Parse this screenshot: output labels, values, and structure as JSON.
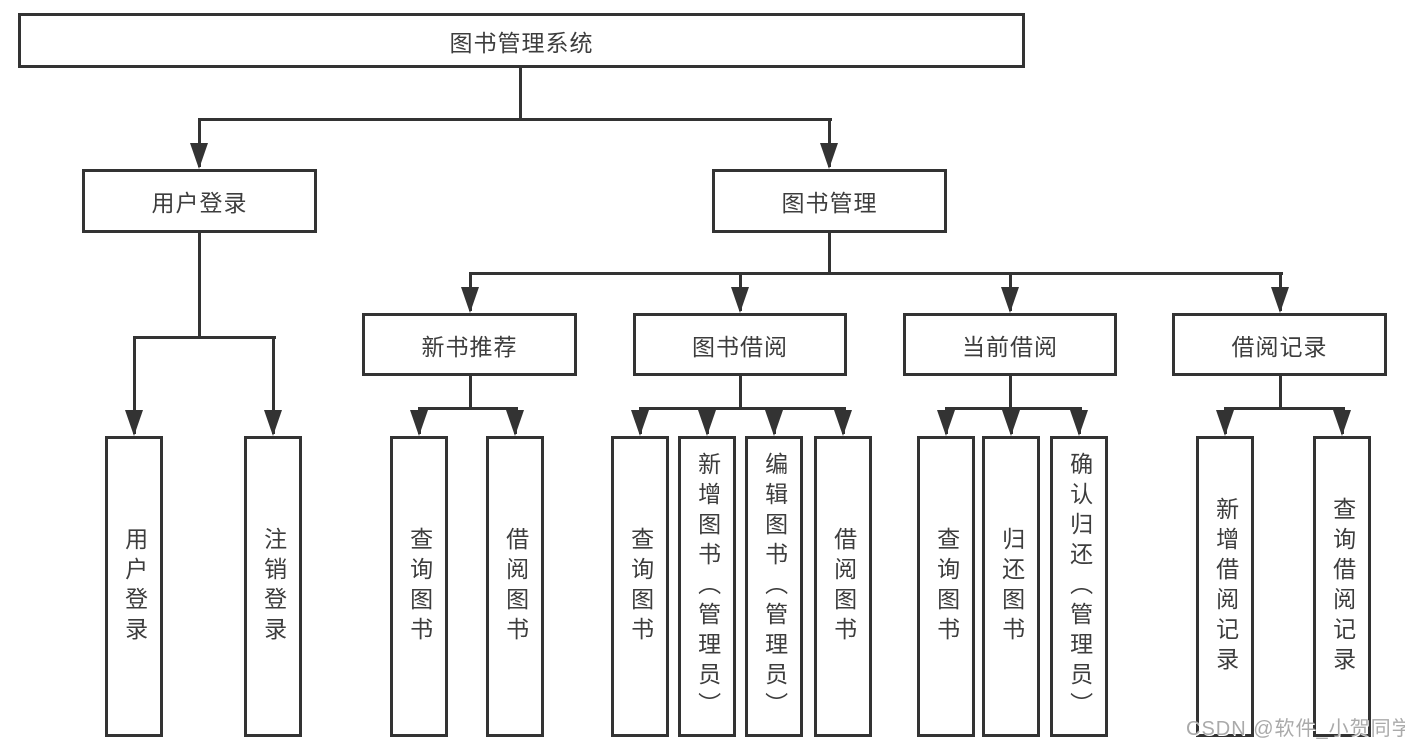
{
  "colors": {
    "background": "#ffffff",
    "line": "#333333",
    "box_text": "#3d3d3d",
    "watermark": "#aaaaaa"
  },
  "tree": {
    "label": "图书管理系统",
    "children": [
      {
        "label": "用户登录",
        "children": [
          {
            "label": "用户登录"
          },
          {
            "label": "注销登录"
          }
        ]
      },
      {
        "label": "图书管理",
        "children": [
          {
            "label": "新书推荐",
            "children": [
              {
                "label": "查询图书"
              },
              {
                "label": "借阅图书"
              }
            ]
          },
          {
            "label": "图书借阅",
            "children": [
              {
                "label": "查询图书"
              },
              {
                "label": "新增图书（管理员）"
              },
              {
                "label": "编辑图书（管理员）"
              },
              {
                "label": "借阅图书"
              }
            ]
          },
          {
            "label": "当前借阅",
            "children": [
              {
                "label": "查询图书"
              },
              {
                "label": "归还图书"
              },
              {
                "label": "确认归还（管理员）"
              }
            ]
          },
          {
            "label": "借阅记录",
            "children": [
              {
                "label": "新增借阅记录"
              },
              {
                "label": "查询借阅记录"
              }
            ]
          }
        ]
      }
    ]
  },
  "watermark": {
    "text": "CSDN @软件_小贺同学"
  }
}
